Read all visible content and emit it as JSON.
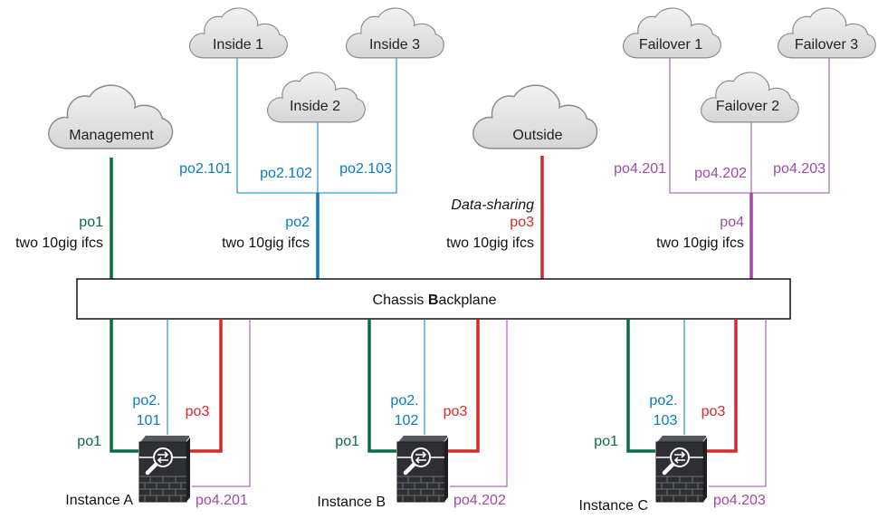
{
  "colors": {
    "green": "#0b6b43",
    "blue": "#0a7bbf",
    "red": "#d42a2a",
    "purple": "#a04aa6",
    "cloud_fill": "#e4e4e4",
    "cloud_stroke": "#8a8a8a",
    "device_dark": "#2d2f33"
  },
  "clouds": {
    "management": "Management",
    "inside1": "Inside 1",
    "inside2": "Inside 2",
    "inside3": "Inside 3",
    "outside": "Outside",
    "failover1": "Failover 1",
    "failover2": "Failover 2",
    "failover3": "Failover 3"
  },
  "top_labels": {
    "po1": "po1",
    "po1_desc": "two 10gig ifcs",
    "po2": "po2",
    "po2_desc": "two 10gig ifcs",
    "po2_101": "po2.101",
    "po2_102": "po2.102",
    "po2_103": "po2.103",
    "data_sharing": "Data-sharing",
    "po3": "po3",
    "po3_desc": "two 10gig ifcs",
    "po4": "po4",
    "po4_desc": "two 10gig ifcs",
    "po4_201": "po4.201",
    "po4_202": "po4.202",
    "po4_203": "po4.203"
  },
  "backplane": {
    "label_pre": "Chassis ",
    "label_bold": "B",
    "label_post": "ackplane"
  },
  "instances": [
    {
      "name": "Instance A",
      "po1": "po1",
      "po2_line1": "po2.",
      "po2_line2": "101",
      "po3": "po3",
      "po4": "po4.201"
    },
    {
      "name": "Instance B",
      "po1": "po1",
      "po2_line1": "po2.",
      "po2_line2": "102",
      "po3": "po3",
      "po4": "po4.202"
    },
    {
      "name": "Instance C",
      "po1": "po1",
      "po2_line1": "po2.",
      "po2_line2": "103",
      "po3": "po3",
      "po4": "po4.203"
    }
  ]
}
